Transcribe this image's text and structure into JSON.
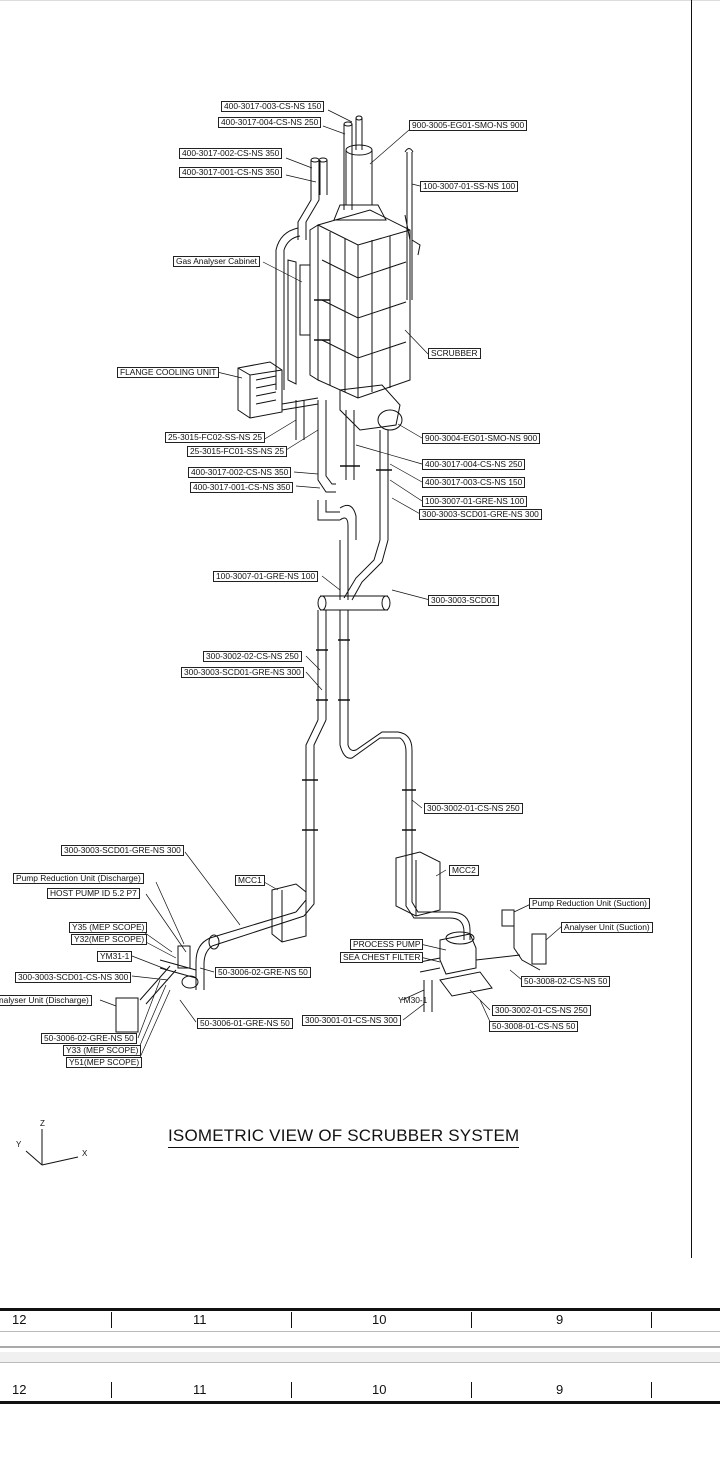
{
  "title": "ISOMETRIC VIEW OF SCRUBBER SYSTEM",
  "axes": {
    "z": "Z",
    "y": "Y",
    "x": "X"
  },
  "labels": {
    "l01": "400-3017-003-CS-NS 150",
    "l02": "400-3017-004-CS-NS 250",
    "l03": "900-3005-EG01-SMO-NS 900",
    "l04": "400-3017-002-CS-NS 350",
    "l05": "400-3017-001-CS-NS 350",
    "l06": "100-3007-01-SS-NS 100",
    "l07": "Gas Analyser Cabinet",
    "l08": "SCRUBBER",
    "l09": "FLANGE COOLING UNIT",
    "l10": "25-3015-FC02-SS-NS 25",
    "l11": "25-3015-FC01-SS-NS 25",
    "l12": "900-3004-EG01-SMO-NS 900",
    "l13": "400-3017-002-CS-NS 350",
    "l14": "400-3017-004-CS-NS 250",
    "l15": "400-3017-001-CS-NS 350",
    "l16": "400-3017-003-CS-NS 150",
    "l17": "100-3007-01-GRE-NS 100",
    "l18": "300-3003-SCD01-GRE-NS 300",
    "l19": "100-3007-01-GRE-NS 100",
    "l20": "300-3003-SCD01",
    "l21": "300-3002-02-CS-NS 250",
    "l22": "300-3003-SCD01-GRE-NS 300",
    "l23": "300-3002-01-CS-NS 250",
    "l24": "300-3003-SCD01-GRE-NS 300",
    "l25": "MCC2",
    "l26": "Pump Reduction Unit (Discharge)",
    "l27": "MCC1",
    "l28": "HOST PUMP ID  5.2  P7",
    "l29": "Pump Reduction Unit (Suction)",
    "l30": "Y35 (MEP SCOPE)",
    "l31": "Analyser Unit (Suction)",
    "l32": "Y32(MEP SCOPE)",
    "l33": "PROCESS PUMP",
    "l34": "SEA CHEST FILTER",
    "l35": "YM31-1",
    "l36": "50-3006-02-GRE-NS 50",
    "l37": "300-3003-SCD01-CS-NS 300",
    "l38": "50-3008-02-CS-NS 50",
    "l39": "nalyser Unit (Discharge)",
    "l40": "YM30-1",
    "l41": "300-3002-01-CS-NS 250",
    "l42": "50-3006-01-GRE-NS 50",
    "l43": "300-3001-01-CS-NS 300",
    "l44": "50-3008-01-CS-NS 50",
    "l45": "50-3006-02-GRE-NS 50",
    "l46": "Y33 (MEP SCOPE)",
    "l47": "Y51(MEP SCOPE)"
  },
  "zone_strip_1": [
    "12",
    "11",
    "10",
    "9"
  ],
  "zone_strip_2": [
    "12",
    "11",
    "10",
    "9"
  ]
}
